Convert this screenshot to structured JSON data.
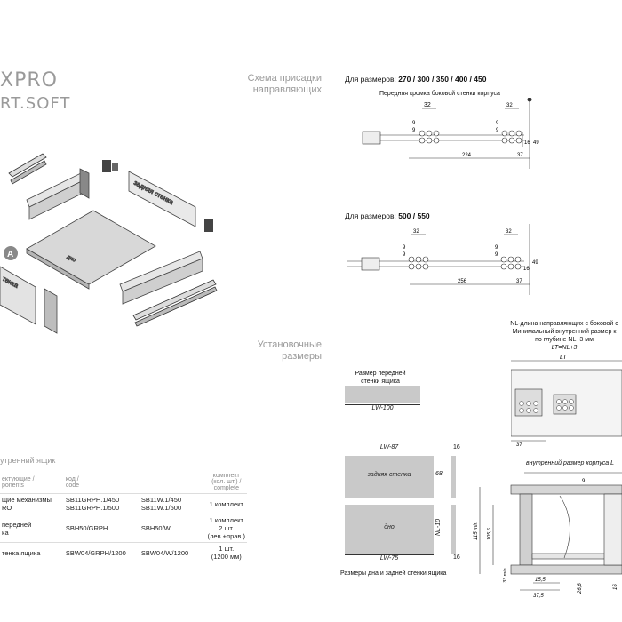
{
  "brand": {
    "line1": "XPRO",
    "line2": "RT.SOFT"
  },
  "left_drawing": {
    "labels": {
      "back_wall": "задняя стенка",
      "bottom": "дно",
      "side": "тенка",
      "marker": "A"
    }
  },
  "components": {
    "title": "утренний ящик",
    "headers": {
      "name": "ектующие /\nponents",
      "code": "код /\ncode",
      "code2": "",
      "complete": "комплект\n(кол. шт.) /\ncomplete"
    },
    "rows": [
      {
        "name": "щие механизмы\nRO",
        "code1": "SB11GRPH.1/450\nSB11GRPH.1/500",
        "code2": "SB11W.1/450\nSB11W.1/500",
        "complete": "1 комплект"
      },
      {
        "name": "передней\nка",
        "code1": "SBH50/GRPH",
        "code2": "SBH50/W",
        "complete": "1 комплект\n2 шт.\n(лев.+прав.)"
      },
      {
        "name": "тенка ящика",
        "code1": "SBW04/GRPH/1200",
        "code2": "SBW04/W/1200",
        "complete": "1 шт.\n(1200 мм)"
      }
    ]
  },
  "right": {
    "mount_scheme": "Схема присадки\nнаправляющих",
    "install_sizes": "Установочные\nразмеры",
    "sizes_top": {
      "label": "Для размеров: ",
      "values": "270 / 300 / 350 / 400 / 450"
    },
    "front_edge": "Передняя кромка боковой стенки корпуса",
    "dims_top": {
      "d32a": "32",
      "d32b": "32",
      "d9a": "9",
      "d9b": "9",
      "d9c": "9",
      "d9d": "9",
      "d16": "16",
      "d49": "49",
      "d224": "224",
      "d37": "37"
    },
    "sizes_bottom": {
      "label": "Для размеров: ",
      "values": "500 / 550"
    },
    "dims_bottom": {
      "d32a": "32",
      "d32b": "32",
      "d9a": "9",
      "d9b": "9",
      "d9c": "9",
      "d9d": "9",
      "d16": "16",
      "d49": "49",
      "d256": "256",
      "d37": "37"
    },
    "nl_note": {
      "l1": "NL-длина направляющих с боковой с",
      "l2": "Минимальный внутренний размер к",
      "l3": "по глубине NL+3 мм",
      "l4": "LT=NL+3"
    },
    "lt": "LT",
    "d37_lt": "37",
    "front_wall": {
      "title": "Размер передней\nстенки ящика",
      "dim": "LW-100"
    },
    "back_wall": {
      "dim_top": "LW-87",
      "text": "задняя стенка",
      "d68": "68",
      "d16": "16"
    },
    "bottom_panel": {
      "text": "дно",
      "dim_side": "NL-10",
      "dim_bottom": "LW-75",
      "d16": "16"
    },
    "bottom_caption": "Размеры дна и задней стенки ящика",
    "inner_size": "внутренний размер корпуса L",
    "section": {
      "d9": "9",
      "d115": "115 min",
      "d1056": "105,6",
      "d33": "33 min",
      "d155": "15,5",
      "d375": "37,5",
      "d266": "26,6",
      "d16": "16"
    }
  }
}
